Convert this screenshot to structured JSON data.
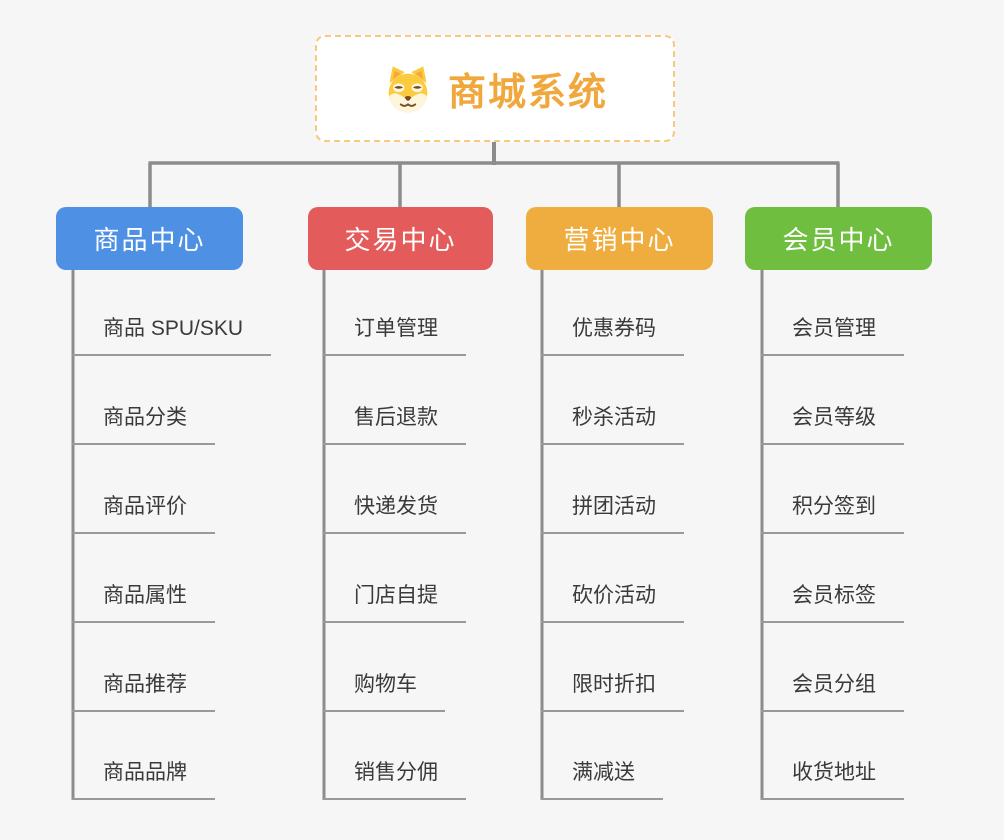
{
  "root": {
    "title": "商城系统",
    "icon": "shiba-dog-icon"
  },
  "colors": {
    "background": "#F6F6F6",
    "root_border": "#F7C97E",
    "root_text": "#F0A73C",
    "connector": "#8C8C8C",
    "leaf_underline": "#999999",
    "leaf_text": "#3A3A3A"
  },
  "branches": [
    {
      "label": "商品中心",
      "color": "#4D90E4",
      "items": [
        "商品 SPU/SKU",
        "商品分类",
        "商品评价",
        "商品属性",
        "商品推荐",
        "商品品牌"
      ]
    },
    {
      "label": "交易中心",
      "color": "#E45B5B",
      "items": [
        "订单管理",
        "售后退款",
        "快递发货",
        "门店自提",
        "购物车",
        "销售分佣"
      ]
    },
    {
      "label": "营销中心",
      "color": "#EEAD3E",
      "items": [
        "优惠券码",
        "秒杀活动",
        "拼团活动",
        "砍价活动",
        "限时折扣",
        "满减送"
      ]
    },
    {
      "label": "会员中心",
      "color": "#6FBE3F",
      "items": [
        "会员管理",
        "会员等级",
        "积分签到",
        "会员标签",
        "会员分组",
        "收货地址"
      ]
    }
  ]
}
